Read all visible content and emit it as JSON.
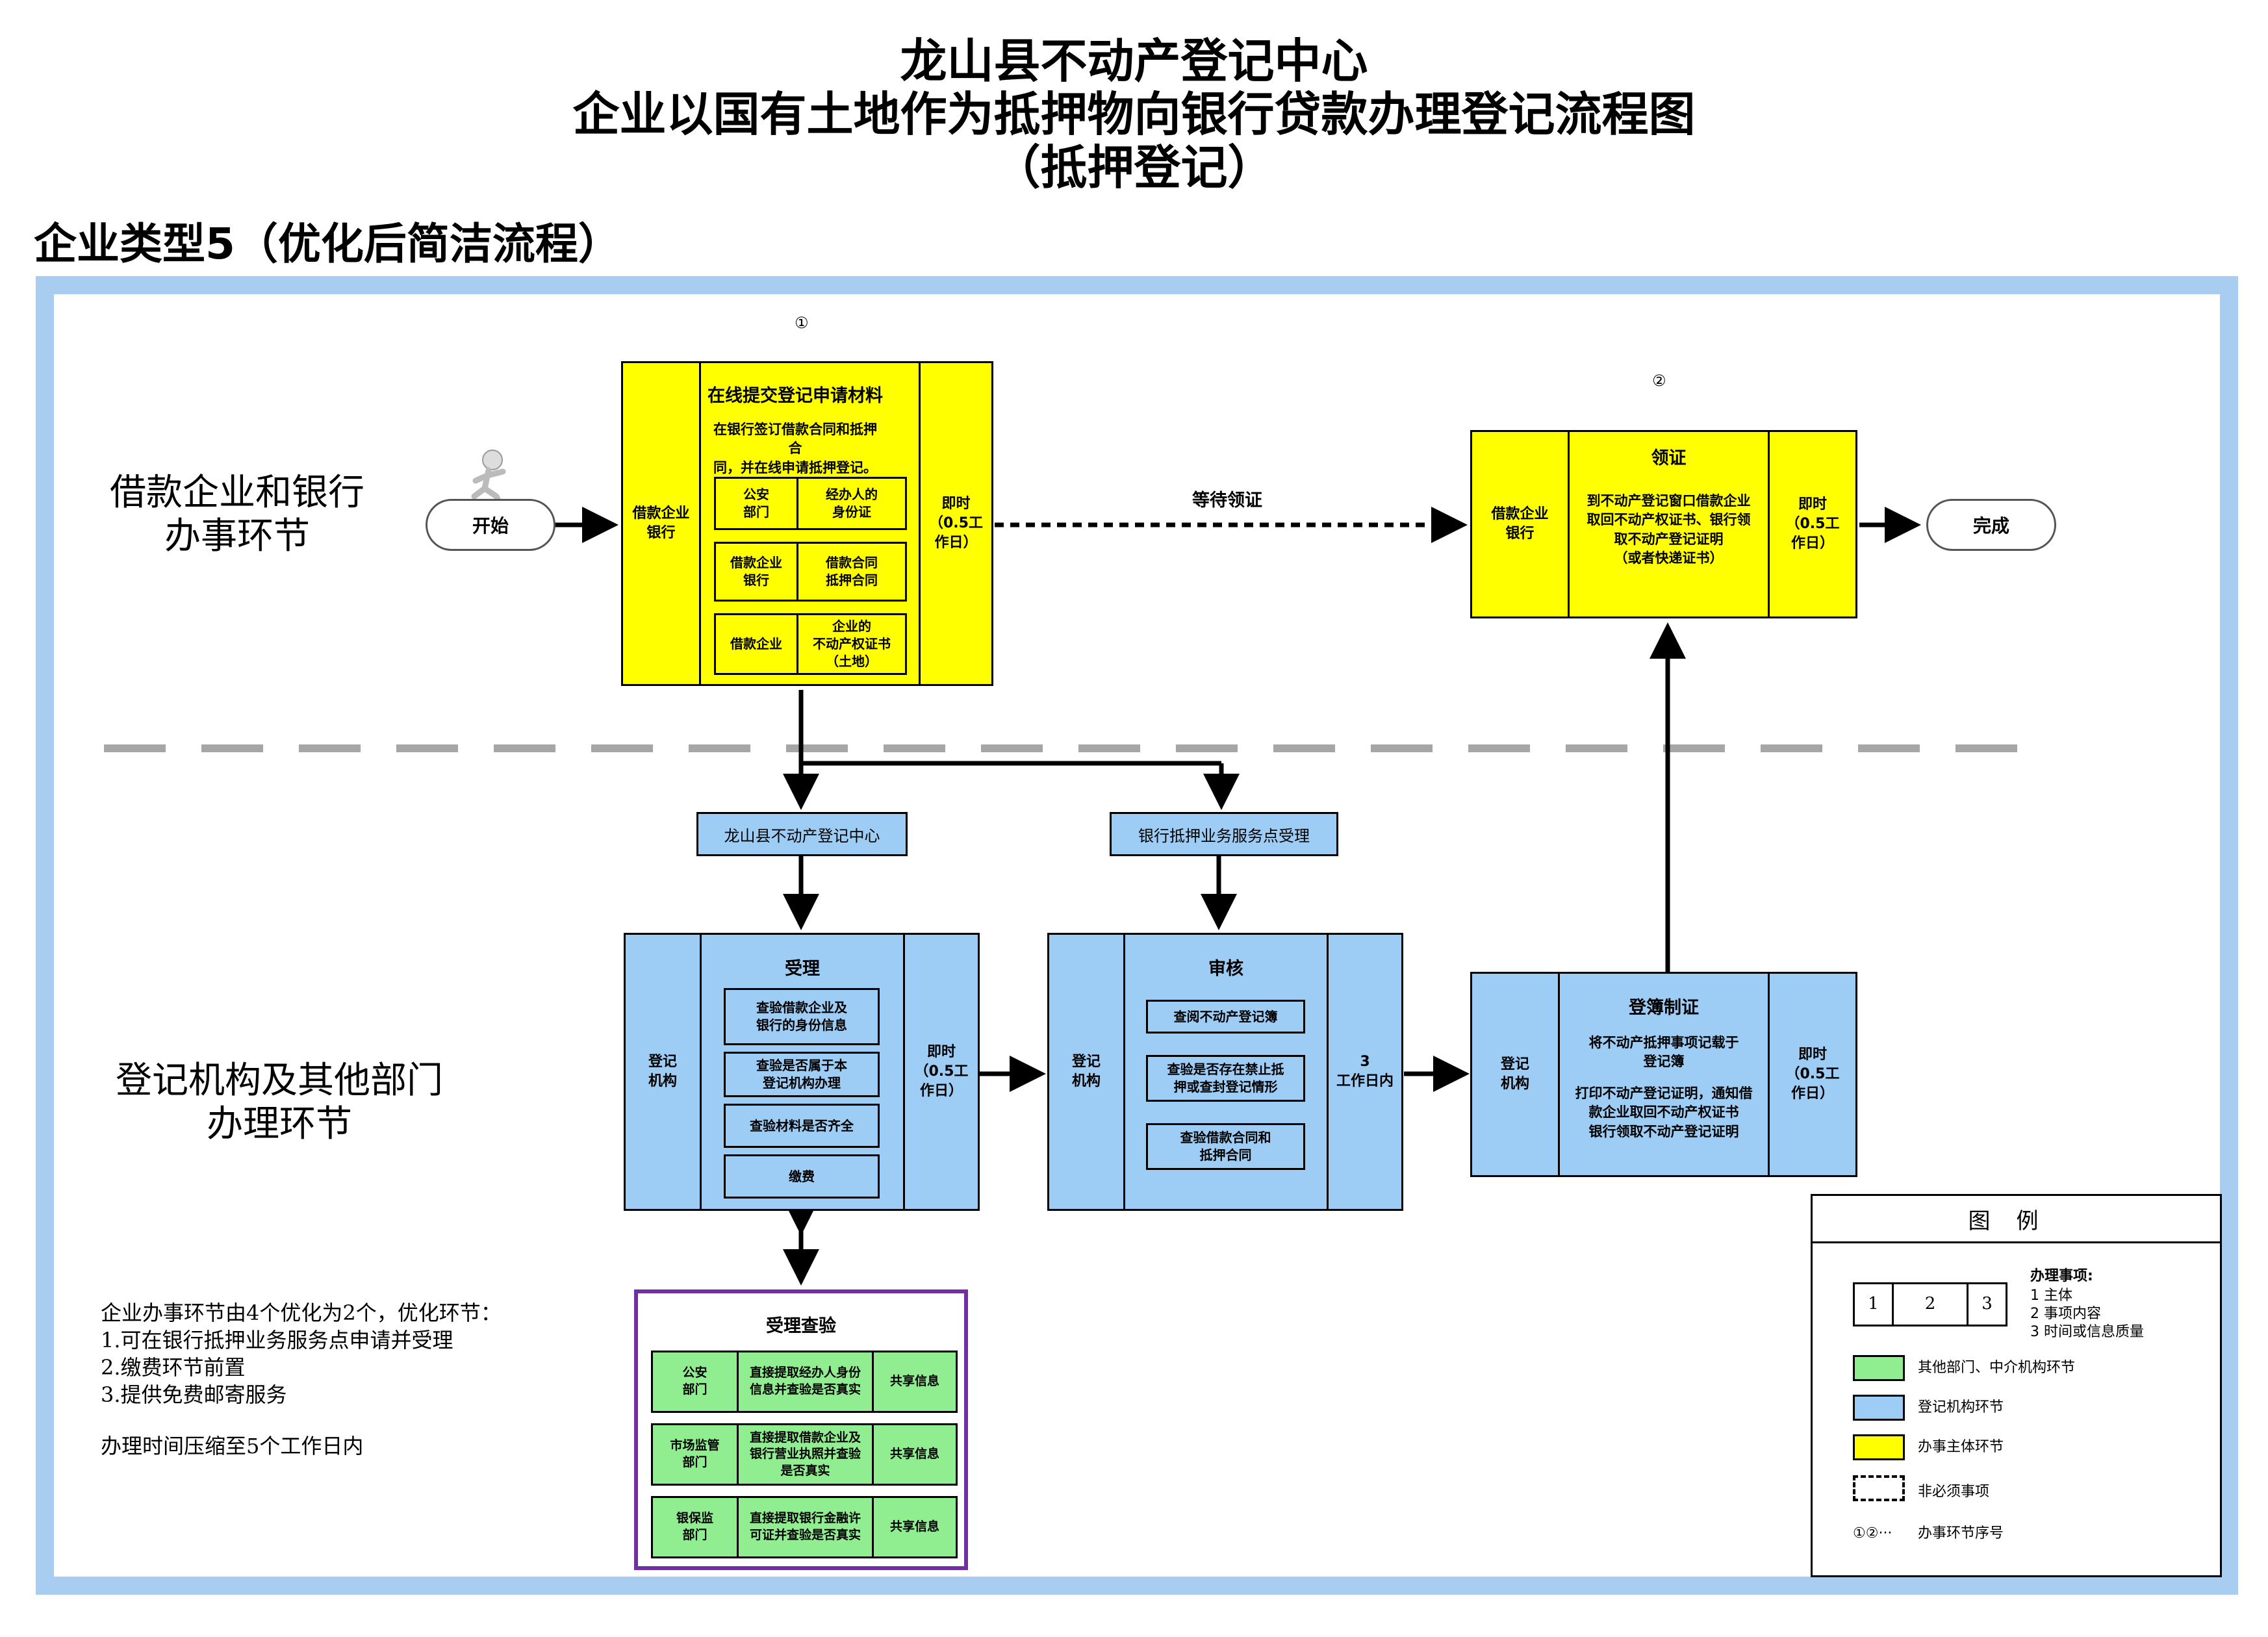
{
  "title": {
    "line1": "龙山县不动产登记中心",
    "line2": "企业以国有土地作为抵押物向银行贷款办理登记流程图",
    "line3": "（抵押登记）"
  },
  "subtitle": "企业类型5（优化后简洁流程）",
  "lanes": {
    "top": "借款企业和银行\n办事环节",
    "bottom": "登记机构及其他部门\n办理环节"
  },
  "start": "开始",
  "finish": "完成",
  "step_numbers": {
    "first": "①",
    "second": "②"
  },
  "wait_label": "等待领证",
  "online": {
    "subject": "借款企业\n银行",
    "title": "在线提交登记申请材料",
    "desc": "在银行签订借款合同和抵押合\n同，并在线申请抵押登记。",
    "time": "即时\n（0.5工\n作日）",
    "rows": [
      {
        "left": "公安\n部门",
        "right": "经办人的\n身份证"
      },
      {
        "left": "借款企业\n银行",
        "right": "借款合同\n抵押合同"
      },
      {
        "left": "借款企业",
        "right": "企业的\n不动产权证书\n（土地）"
      }
    ]
  },
  "collect": {
    "subject": "借款企业\n银行",
    "title": "领证",
    "desc": "到不动产登记窗口借款企业\n取回不动产权证书、银行领\n取不动产登记证明\n（或者快递证书）",
    "time": "即时\n（0.5工\n作日）"
  },
  "branch_labels": {
    "center": "龙山县不动产登记中心",
    "bank": "银行抵押业务服务点受理"
  },
  "accept": {
    "subject": "登记\n机构",
    "title": "受理",
    "time": "即时\n（0.5工\n作日）",
    "items": [
      "查验借款企业及\n银行的身份信息",
      "查验是否属于本\n登记机构办理",
      "查验材料是否齐全",
      "缴费"
    ]
  },
  "review": {
    "subject": "登记\n机构",
    "title": "审核",
    "time": "3\n工作日内",
    "items": [
      "查阅不动产登记簿",
      "查验是否存在禁止抵\n押或查封登记情形",
      "查验借款合同和\n抵押合同"
    ]
  },
  "register": {
    "subject": "登记\n机构",
    "title": "登簿制证",
    "desc1": "将不动产抵押事项记载于\n登记簿",
    "desc2": "打印不动产登记证明，通知借\n款企业取回不动产权证书\n银行领取不动产登记证明",
    "time": "即时\n（0.5工\n作日）"
  },
  "verify": {
    "title": "受理查验",
    "rows": [
      {
        "dept": "公安\n部门",
        "desc": "直接提取经办人身份\n信息并查验是否真实",
        "share": "共享信息"
      },
      {
        "dept": "市场监管\n部门",
        "desc": "直接提取借款企业及\n银行营业执照并查验\n是否真实",
        "share": "共享信息"
      },
      {
        "dept": "银保监\n部门",
        "desc": "直接提取银行金融许\n可证并查验是否真实",
        "share": "共享信息"
      }
    ]
  },
  "notes": {
    "lines": [
      "企业办事环节由4个优化为2个，优化环节：",
      "1.可在银行抵押业务服务点申请并受理",
      "2.缴费环节前置",
      "3.提供免费邮寄服务"
    ],
    "summary": "办理时间压缩至5个工作日内"
  },
  "legend": {
    "title": "图例",
    "cells": [
      "1",
      "2",
      "3"
    ],
    "items_title": "办理事项:",
    "items": [
      "1 主体",
      "2 事项内容",
      "3 时间或信息质量"
    ],
    "green": "其他部门、中介机构环节",
    "blue": "登记机构环节",
    "yellow": "办事主体环节",
    "dashed": "非必须事项",
    "seq_symbol": "①②···",
    "seq": "办事环节序号"
  },
  "colors": {
    "yellow": "#ffff00",
    "blue": "#9dcdf5",
    "green": "#90ee90",
    "frame": "#a8cdf0",
    "purple": "#7030a0",
    "dash": "#a6a6a6"
  }
}
